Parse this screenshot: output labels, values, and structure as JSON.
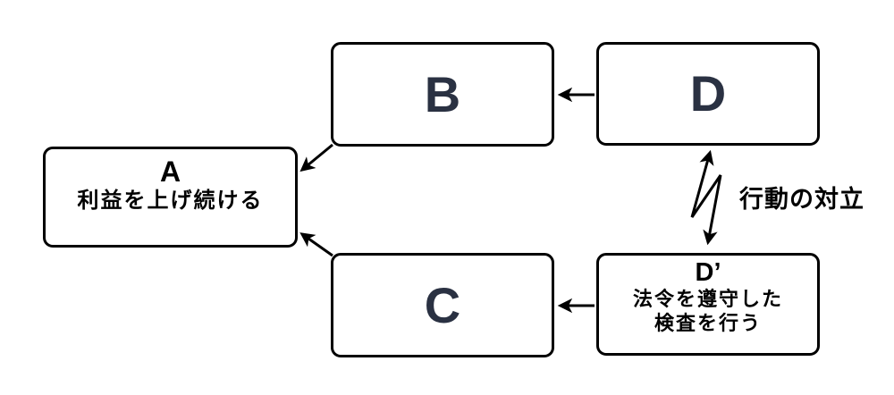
{
  "diagram": {
    "type": "conflict-resolution-cloud",
    "conflict_label": "行動の対立",
    "nodes": [
      {
        "id": "A",
        "title": "A",
        "lines": [
          "利益を上げ続ける"
        ]
      },
      {
        "id": "B",
        "title": "B",
        "lines": []
      },
      {
        "id": "C",
        "title": "C",
        "lines": []
      },
      {
        "id": "D",
        "title": "D",
        "lines": []
      },
      {
        "id": "D'",
        "title": "D’",
        "lines": [
          "法令を遵守した",
          "検査を行う"
        ]
      }
    ],
    "edges": [
      {
        "from": "B",
        "to": "A",
        "style": "arrow"
      },
      {
        "from": "C",
        "to": "A",
        "style": "arrow"
      },
      {
        "from": "D",
        "to": "B",
        "style": "arrow"
      },
      {
        "from": "D'",
        "to": "C",
        "style": "arrow"
      },
      {
        "from": "D",
        "to": "D'",
        "style": "conflict-lightning",
        "label": "行動の対立"
      }
    ],
    "colors": {
      "background": "#ffffff",
      "border": "#000000",
      "text": "#000000",
      "letter_accent": "#2a3142"
    }
  }
}
